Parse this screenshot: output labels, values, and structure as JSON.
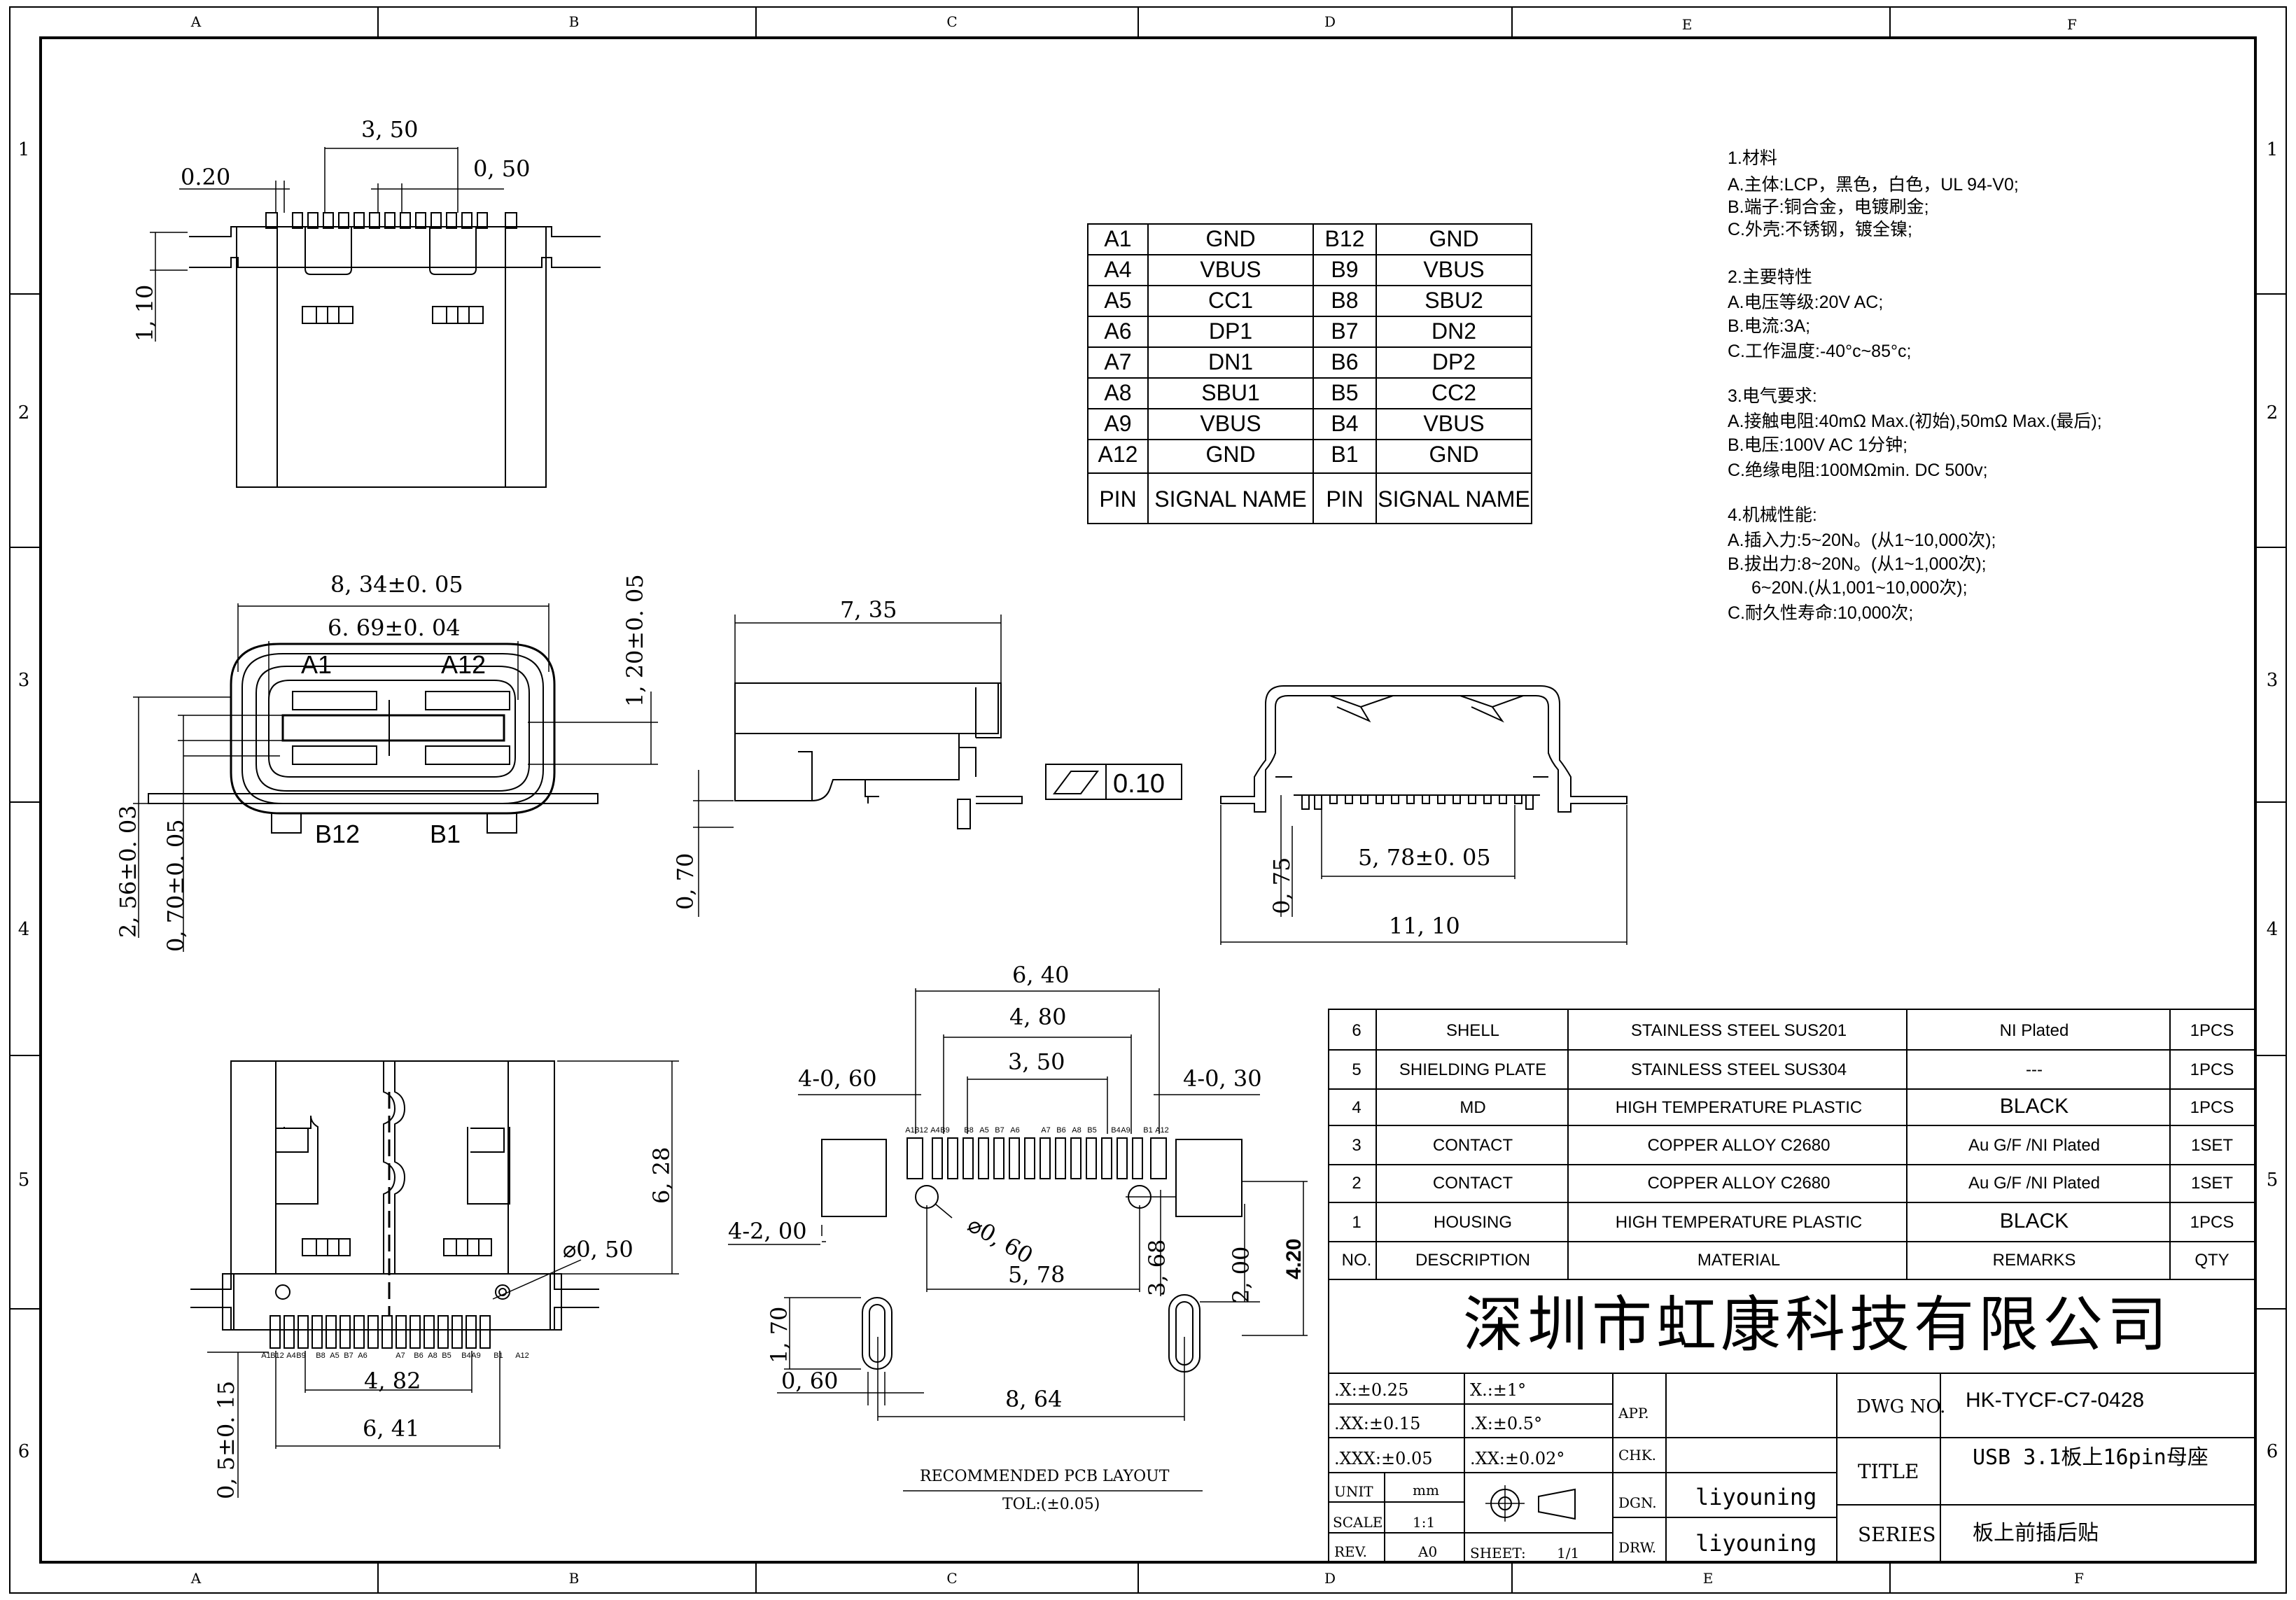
{
  "border": {
    "columns": [
      "A",
      "B",
      "C",
      "D",
      "E",
      "F"
    ],
    "rows": [
      "1",
      "2",
      "3",
      "4",
      "5",
      "6"
    ]
  },
  "top_view": {
    "dims": [
      "3, 50",
      "0.20",
      "0, 50",
      "1, 10"
    ]
  },
  "front_view": {
    "dims": [
      "8, 34±0. 05",
      "6. 69±0. 04",
      "1, 20±0. 05",
      "2, 56±0. 03",
      "0, 70±0. 05"
    ],
    "pins": [
      "A1",
      "A12",
      "B12",
      "B1"
    ]
  },
  "side_view": {
    "dims": [
      "7, 35",
      "0, 70"
    ],
    "flatness_value": "0.10"
  },
  "rear_view": {
    "dims": [
      "5, 78±0. 05",
      "0, 75",
      "11, 10"
    ]
  },
  "bottom_view": {
    "dims": [
      "6, 28",
      "⌀0, 50",
      "4, 82",
      "6, 41",
      "0, 5±0. 15"
    ],
    "pin_labels": [
      "A1",
      "B12",
      "A4",
      "B9",
      "B8",
      "A5",
      "B7",
      "A6",
      "A7",
      "B6",
      "A8",
      "B5",
      "B4",
      "A9",
      "B1",
      "A12"
    ]
  },
  "pcb_layout": {
    "dims": [
      "6, 40",
      "4, 80",
      "3, 50",
      "4-0, 60",
      "4-0, 30",
      "4-2, 00",
      "⌀0, 60",
      "5, 78",
      "3, 68",
      "2, 00",
      "4.20",
      "1, 70",
      "0, 60",
      "8, 64"
    ],
    "pin_labels": [
      "A1",
      "B12",
      "A4",
      "B9",
      "B8",
      "A5",
      "B7",
      "A6",
      "A7",
      "B6",
      "A8",
      "B5",
      "B4",
      "A9",
      "B1",
      "A12"
    ],
    "caption": "RECOMMENDED PCB LAYOUT",
    "tolerance": "TOL:(±0.05)"
  },
  "pin_table": {
    "rows": [
      [
        "A1",
        "GND",
        "B12",
        "GND"
      ],
      [
        "A4",
        "VBUS",
        "B9",
        "VBUS"
      ],
      [
        "A5",
        "CC1",
        "B8",
        "SBU2"
      ],
      [
        "A6",
        "DP1",
        "B7",
        "DN2"
      ],
      [
        "A7",
        "DN1",
        "B6",
        "DP2"
      ],
      [
        "A8",
        "SBU1",
        "B5",
        "CC2"
      ],
      [
        "A9",
        "VBUS",
        "B4",
        "VBUS"
      ],
      [
        "A12",
        "GND",
        "B1",
        "GND"
      ]
    ],
    "header": [
      "PIN",
      "SIGNAL NAME",
      "PIN",
      "SIGNAL NAME"
    ]
  },
  "notes": [
    "1.材料",
    "A.主体:LCP，黑色，白色，UL 94-V0;",
    "B.端子:铜合金，电镀刷金;",
    "C.外壳:不锈钢，镀全镍;",
    "2.主要特性",
    "A.电压等级:20V AC;",
    "B.电流:3A;",
    "C.工作温度:-40°c~85°c;",
    "3.电气要求:",
    "A.接触电阻:40mΩ Max.(初始),50mΩ Max.(最后);",
    "B.电压:100V AC 1分钟;",
    "C.绝缘电阻:100MΩmin. DC 500v;",
    "4.机械性能:",
    "A.插入力:5~20N。(从1~10,000次);",
    "B.拔出力:8~20N。(从1~1,000次);",
    "6~20N.(从1,001~10,000次);",
    "C.耐久性寿命:10,000次;"
  ],
  "bom": {
    "rows": [
      [
        "6",
        "SHELL",
        "STAINLESS STEEL SUS201",
        "NI Plated",
        "1PCS"
      ],
      [
        "5",
        "SHIELDING PLATE",
        "STAINLESS STEEL SUS304",
        "---",
        "1PCS"
      ],
      [
        "4",
        "MD",
        "HIGH TEMPERATURE PLASTIC",
        "BLACK",
        "1PCS"
      ],
      [
        "3",
        "CONTACT",
        "COPPER ALLOY C2680",
        "Au G/F /NI Plated",
        "1SET"
      ],
      [
        "2",
        "CONTACT",
        "COPPER ALLOY C2680",
        "Au G/F /NI Plated",
        "1SET"
      ],
      [
        "1",
        "HOUSING",
        "HIGH TEMPERATURE PLASTIC",
        "BLACK",
        "1PCS"
      ]
    ],
    "header": [
      "NO.",
      "DESCRIPTION",
      "MATERIAL",
      "REMARKS",
      "QTY"
    ]
  },
  "title_block": {
    "company": "深圳市虹康科技有限公司",
    "tol": [
      ".X:±0.25",
      "X.:±1°",
      ".XX:±0.15",
      ".X:±0.5°",
      ".XXX:±0.05",
      ".XX:±0.02°"
    ],
    "unit_label": "UNIT",
    "unit": "mm",
    "scale_label": "SCALE",
    "scale": "1:1",
    "rev_label": "REV.",
    "rev": "A0",
    "sheet_label": "SHEET:",
    "sheet": "1/1",
    "app": "APP.",
    "chk": "CHK.",
    "dgn": "DGN.",
    "drw": "DRW.",
    "designer": "liyouning",
    "drawer": "liyouning",
    "dwg_no_label": "DWG NO.",
    "dwg_no": "HK-TYCF-C7-0428",
    "title_label": "TITLE",
    "title": "USB 3.1板上16pin母座",
    "series_label": "SERIES",
    "series": "板上前插后贴"
  }
}
